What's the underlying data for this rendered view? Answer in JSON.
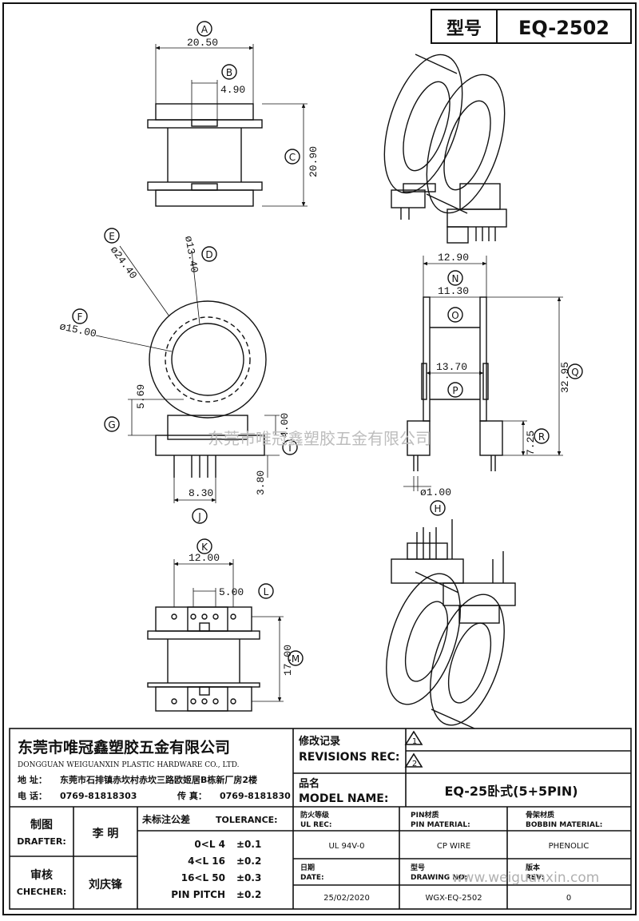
{
  "header": {
    "label": "型号",
    "model": "EQ-2502"
  },
  "watermark_text": "东莞市唯冠鑫塑胶五金有限公司",
  "watermark_url": "www.weiguanxin.com",
  "dims": {
    "A": "A",
    "B": "B",
    "C": "C",
    "D": "D",
    "E": "E",
    "F": "F",
    "G": "G",
    "H": "H",
    "I": "I",
    "J": "J",
    "K": "K",
    "L": "L",
    "M": "M",
    "N": "N",
    "O": "O",
    "P": "P",
    "Q": "Q",
    "R": "R",
    "a_val": "20.50",
    "b_val": "4.90",
    "c_val": "20.90",
    "d_val": "ø13.40",
    "e_val": "ø24.40",
    "f_val": "ø15.00",
    "g_val": "5.69",
    "i_val": "4.00",
    "i2_val": "3.80",
    "j_val": "8.30",
    "k_val": "12.00",
    "l_val": "5.00",
    "m_val": "17.00",
    "n_val": "12.90",
    "o_val": "11.30",
    "p_val": "13.70",
    "q_val": "32.95",
    "r_val": "7.25",
    "pin_val": "ø1.00"
  },
  "company": {
    "name_cn": "东莞市唯冠鑫塑胶五金有限公司",
    "name_en": "DONGGUAN WEIGUANXIN PLASTIC HARDWARE CO., LTD.",
    "addr_label": "地  址：",
    "addr": "东莞市石排镇赤坎村赤坎三路欧姬居B栋新厂房2楼",
    "tel_label": "电  话：",
    "tel": "0769-81818303",
    "fax_label": "传  真：",
    "fax": "0769-8181830"
  },
  "revisions": {
    "label_cn": "修改记录",
    "label_en": "REVISIONS REC:",
    "r1": "1",
    "r2": "2"
  },
  "model": {
    "label_cn": "品名",
    "label_en": "MODEL NAME:",
    "value": "EQ-25卧式(5+5PIN)"
  },
  "drafter": {
    "label_cn": "制图",
    "label_en": "DRAFTER:",
    "name": "李  明"
  },
  "checker": {
    "label_cn": "审核",
    "label_en": "CHECHER:",
    "name": "刘庆锋"
  },
  "tolerance": {
    "label_cn": "未标注公差",
    "label_en": "TOLERANCE:",
    "rows": [
      {
        "range": "0<L  4",
        "value": "±0.1"
      },
      {
        "range": "4<L  16",
        "value": "±0.2"
      },
      {
        "range": "16<L  50",
        "value": "±0.3"
      },
      {
        "range": "PIN PITCH",
        "value": "±0.2"
      }
    ]
  },
  "ul": {
    "label_cn": "防火等级",
    "label_en": "UL REC:",
    "value": "UL 94V-0"
  },
  "pin_material": {
    "label_cn": "PIN材质",
    "label_en": "PIN MATERIAL:",
    "value": "CP WIRE"
  },
  "bobbin_material": {
    "label_cn": "骨架材质",
    "label_en": "BOBBIN MATERIAL:",
    "value": "PHENOLIC"
  },
  "date": {
    "label_cn": "日期",
    "label_en": "DATE:",
    "value": "25/02/2020"
  },
  "drawing_no": {
    "label_cn": "型号",
    "label_en": "DRAWING NO:",
    "value": "WGX-EQ-2502"
  },
  "rev": {
    "label_cn": "版本",
    "label_en": "REV:",
    "value": "0"
  }
}
